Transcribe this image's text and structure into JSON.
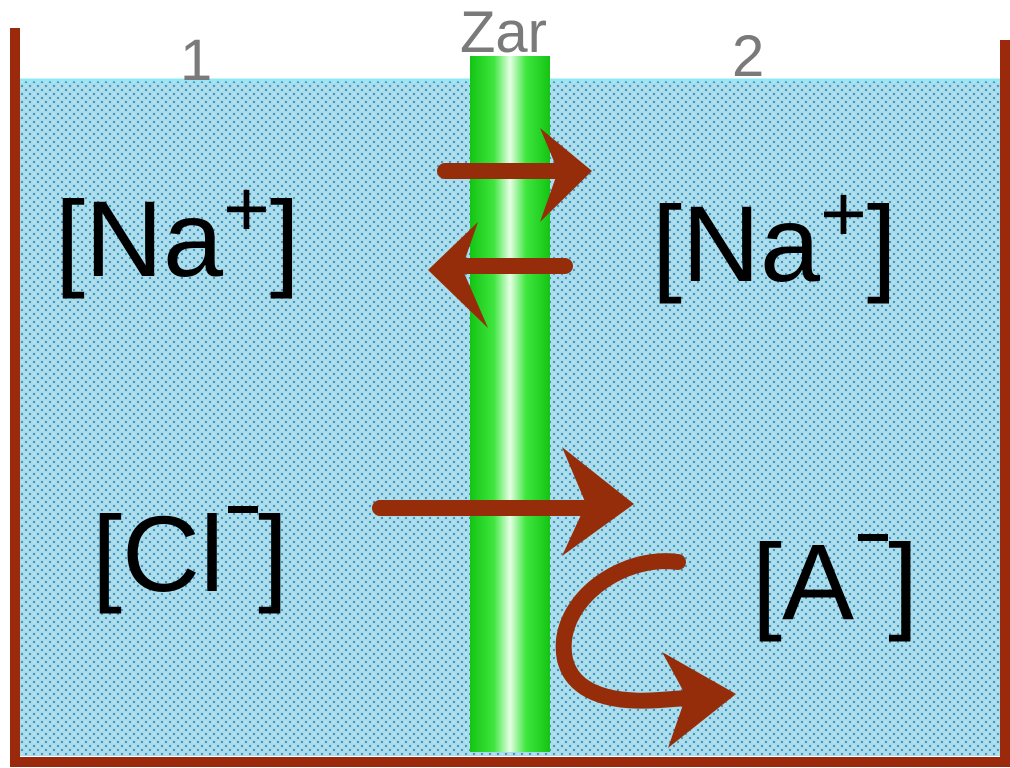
{
  "compartments": {
    "left": "1",
    "right": "2"
  },
  "membrane": {
    "label": "Zar"
  },
  "ions": {
    "left_cation": {
      "symbol": "Na",
      "charge": "+"
    },
    "right_cation": {
      "symbol": "Na",
      "charge": "+"
    },
    "left_anion": {
      "symbol": "Cl",
      "charge": "-"
    },
    "right_anion": {
      "symbol": "A",
      "charge": "-"
    }
  },
  "colors": {
    "solution": "#a9dbe9",
    "solution_dots": "#2f8fc6",
    "vessel": "#9a2a0b",
    "membrane": "#2fd62f",
    "arrows": "#962d0a",
    "surface_line": "#8ee9f6"
  }
}
